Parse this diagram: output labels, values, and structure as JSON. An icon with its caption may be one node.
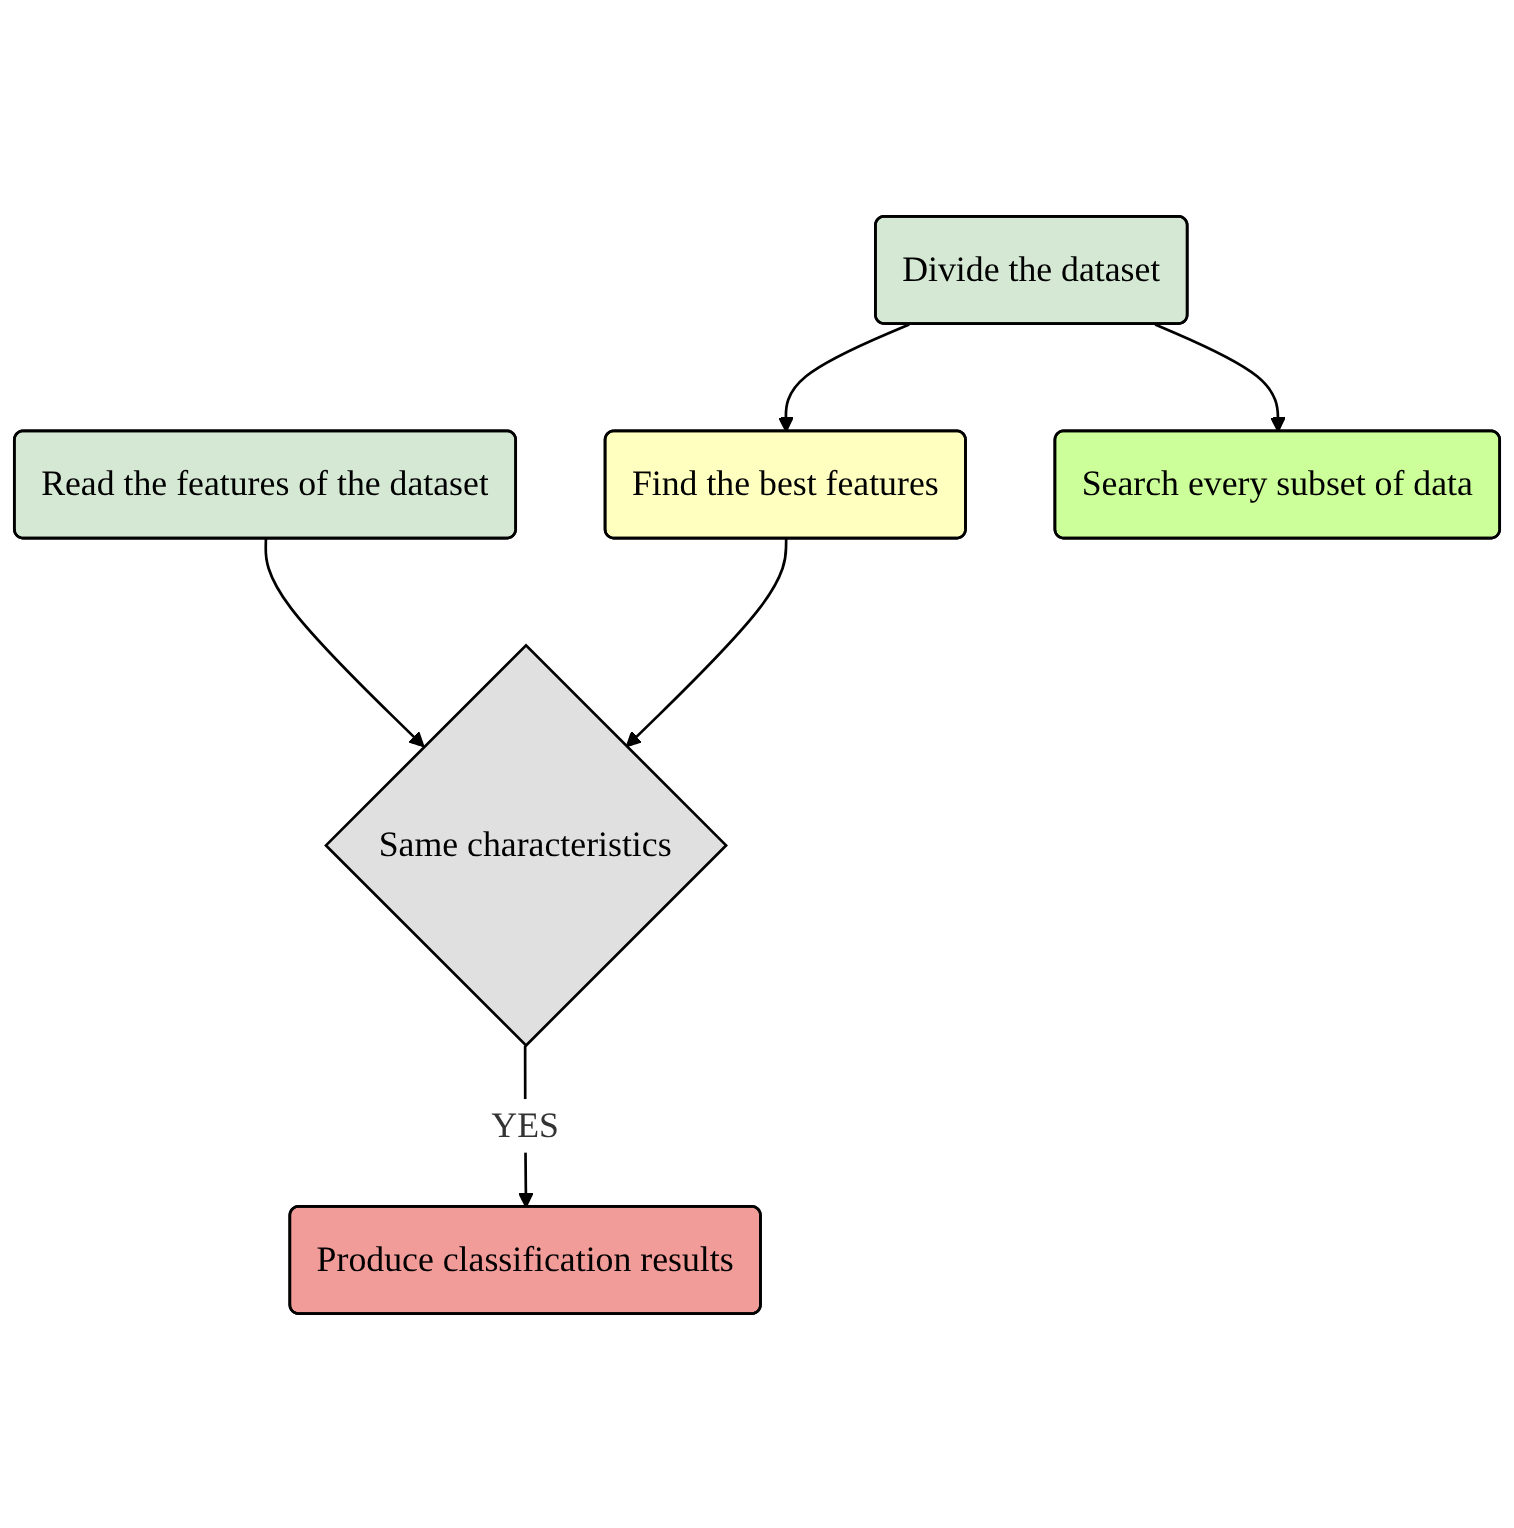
{
  "diagram": {
    "nodes": [
      {
        "text": [
          "Read the features of the dataset"
        ]
      },
      {
        "text": [
          "Same characteristics"
        ]
      },
      {
        "text": [
          "Produce classification results"
        ]
      },
      {
        "text": [
          "Find the best features"
        ]
      },
      {
        "text": [
          "Divide the dataset"
        ]
      },
      {
        "text": [
          "Search every subset of data"
        ]
      }
    ],
    "edges": [
      {
        "from": 0,
        "to": 1,
        "arrow": "to"
      },
      {
        "from": 1,
        "to": 2,
        "label": "YES",
        "arrow": "to"
      },
      {
        "from": 3,
        "to": 1,
        "arrow": "to"
      },
      {
        "from": 4,
        "to": 3,
        "arrow": "to"
      },
      {
        "from": 4,
        "to": 5,
        "arrow": "to"
      }
    ]
  }
}
